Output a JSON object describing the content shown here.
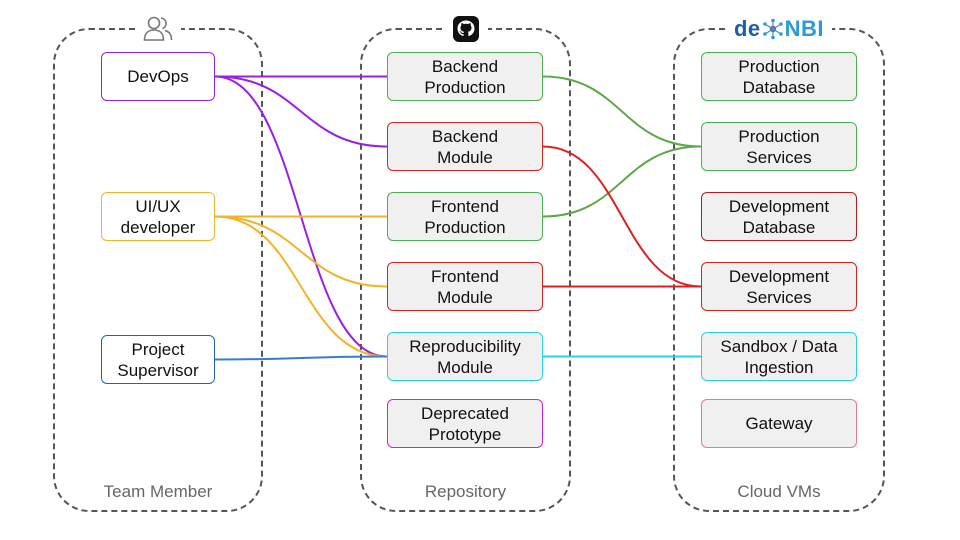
{
  "groups": {
    "team": {
      "label": "Team Member",
      "icon": "people-icon"
    },
    "repo": {
      "label": "Repository",
      "icon": "github-icon"
    },
    "cloud": {
      "label": "Cloud VMs",
      "logo": {
        "text_a": "de",
        "text_b": "NBI",
        "color_a": "#1f5fa8",
        "color_b": "#2b9bd8",
        "accent": "#d8315b"
      }
    }
  },
  "nodes": {
    "devops": {
      "label": "DevOps",
      "border": "#9b1fe0"
    },
    "uiux": {
      "label": "UI/UX\ndeveloper",
      "border": "#f0b429"
    },
    "supervisor": {
      "label": "Project\nSupervisor",
      "border": "#1f5fc4"
    },
    "backend_production": {
      "label": "Backend\nProduction",
      "border": "#4caf50"
    },
    "backend_module": {
      "label": "Backend\nModule",
      "border": "#e02020"
    },
    "frontend_production": {
      "label": "Frontend\nProduction",
      "border": "#4caf50"
    },
    "frontend_module": {
      "label": "Frontend\nModule",
      "border": "#e02020"
    },
    "reproducibility_module": {
      "label": "Reproducibility\nModule",
      "border": "#1fd6e6"
    },
    "deprecated_prototype": {
      "label": "Deprecated\nPrototype",
      "border": "#d020d8"
    },
    "production_database": {
      "label": "Production\nDatabase",
      "border": "#4caf50"
    },
    "production_services": {
      "label": "Production\nServices",
      "border": "#4caf50"
    },
    "development_database": {
      "label": "Development\nDatabase",
      "border": "#c01818"
    },
    "development_services": {
      "label": "Development\nServices",
      "border": "#e02020"
    },
    "sandbox": {
      "label": "Sandbox / Data\nIngestion",
      "border": "#1fd6e6"
    },
    "gateway": {
      "label": "Gateway",
      "border": "#e08080"
    }
  },
  "edges": [
    {
      "from": "devops",
      "to": "backend_production",
      "color": "#9b1fe0"
    },
    {
      "from": "devops",
      "to": "backend_module",
      "color": "#9b1fe0"
    },
    {
      "from": "devops",
      "to": "reproducibility_module",
      "color": "#9b1fe0"
    },
    {
      "from": "uiux",
      "to": "frontend_production",
      "color": "#f0b429"
    },
    {
      "from": "uiux",
      "to": "frontend_module",
      "color": "#f0b429"
    },
    {
      "from": "uiux",
      "to": "reproducibility_module",
      "color": "#f0b429"
    },
    {
      "from": "supervisor",
      "to": "reproducibility_module",
      "color": "#3a7bd5"
    },
    {
      "from": "backend_production",
      "to": "production_services",
      "color": "#5fa84a"
    },
    {
      "from": "frontend_production",
      "to": "production_services",
      "color": "#5fa84a"
    },
    {
      "from": "backend_module",
      "to": "development_services",
      "color": "#e02020"
    },
    {
      "from": "frontend_module",
      "to": "development_services",
      "color": "#e02020"
    },
    {
      "from": "reproducibility_module",
      "to": "sandbox",
      "color": "#1fd6e6"
    }
  ]
}
